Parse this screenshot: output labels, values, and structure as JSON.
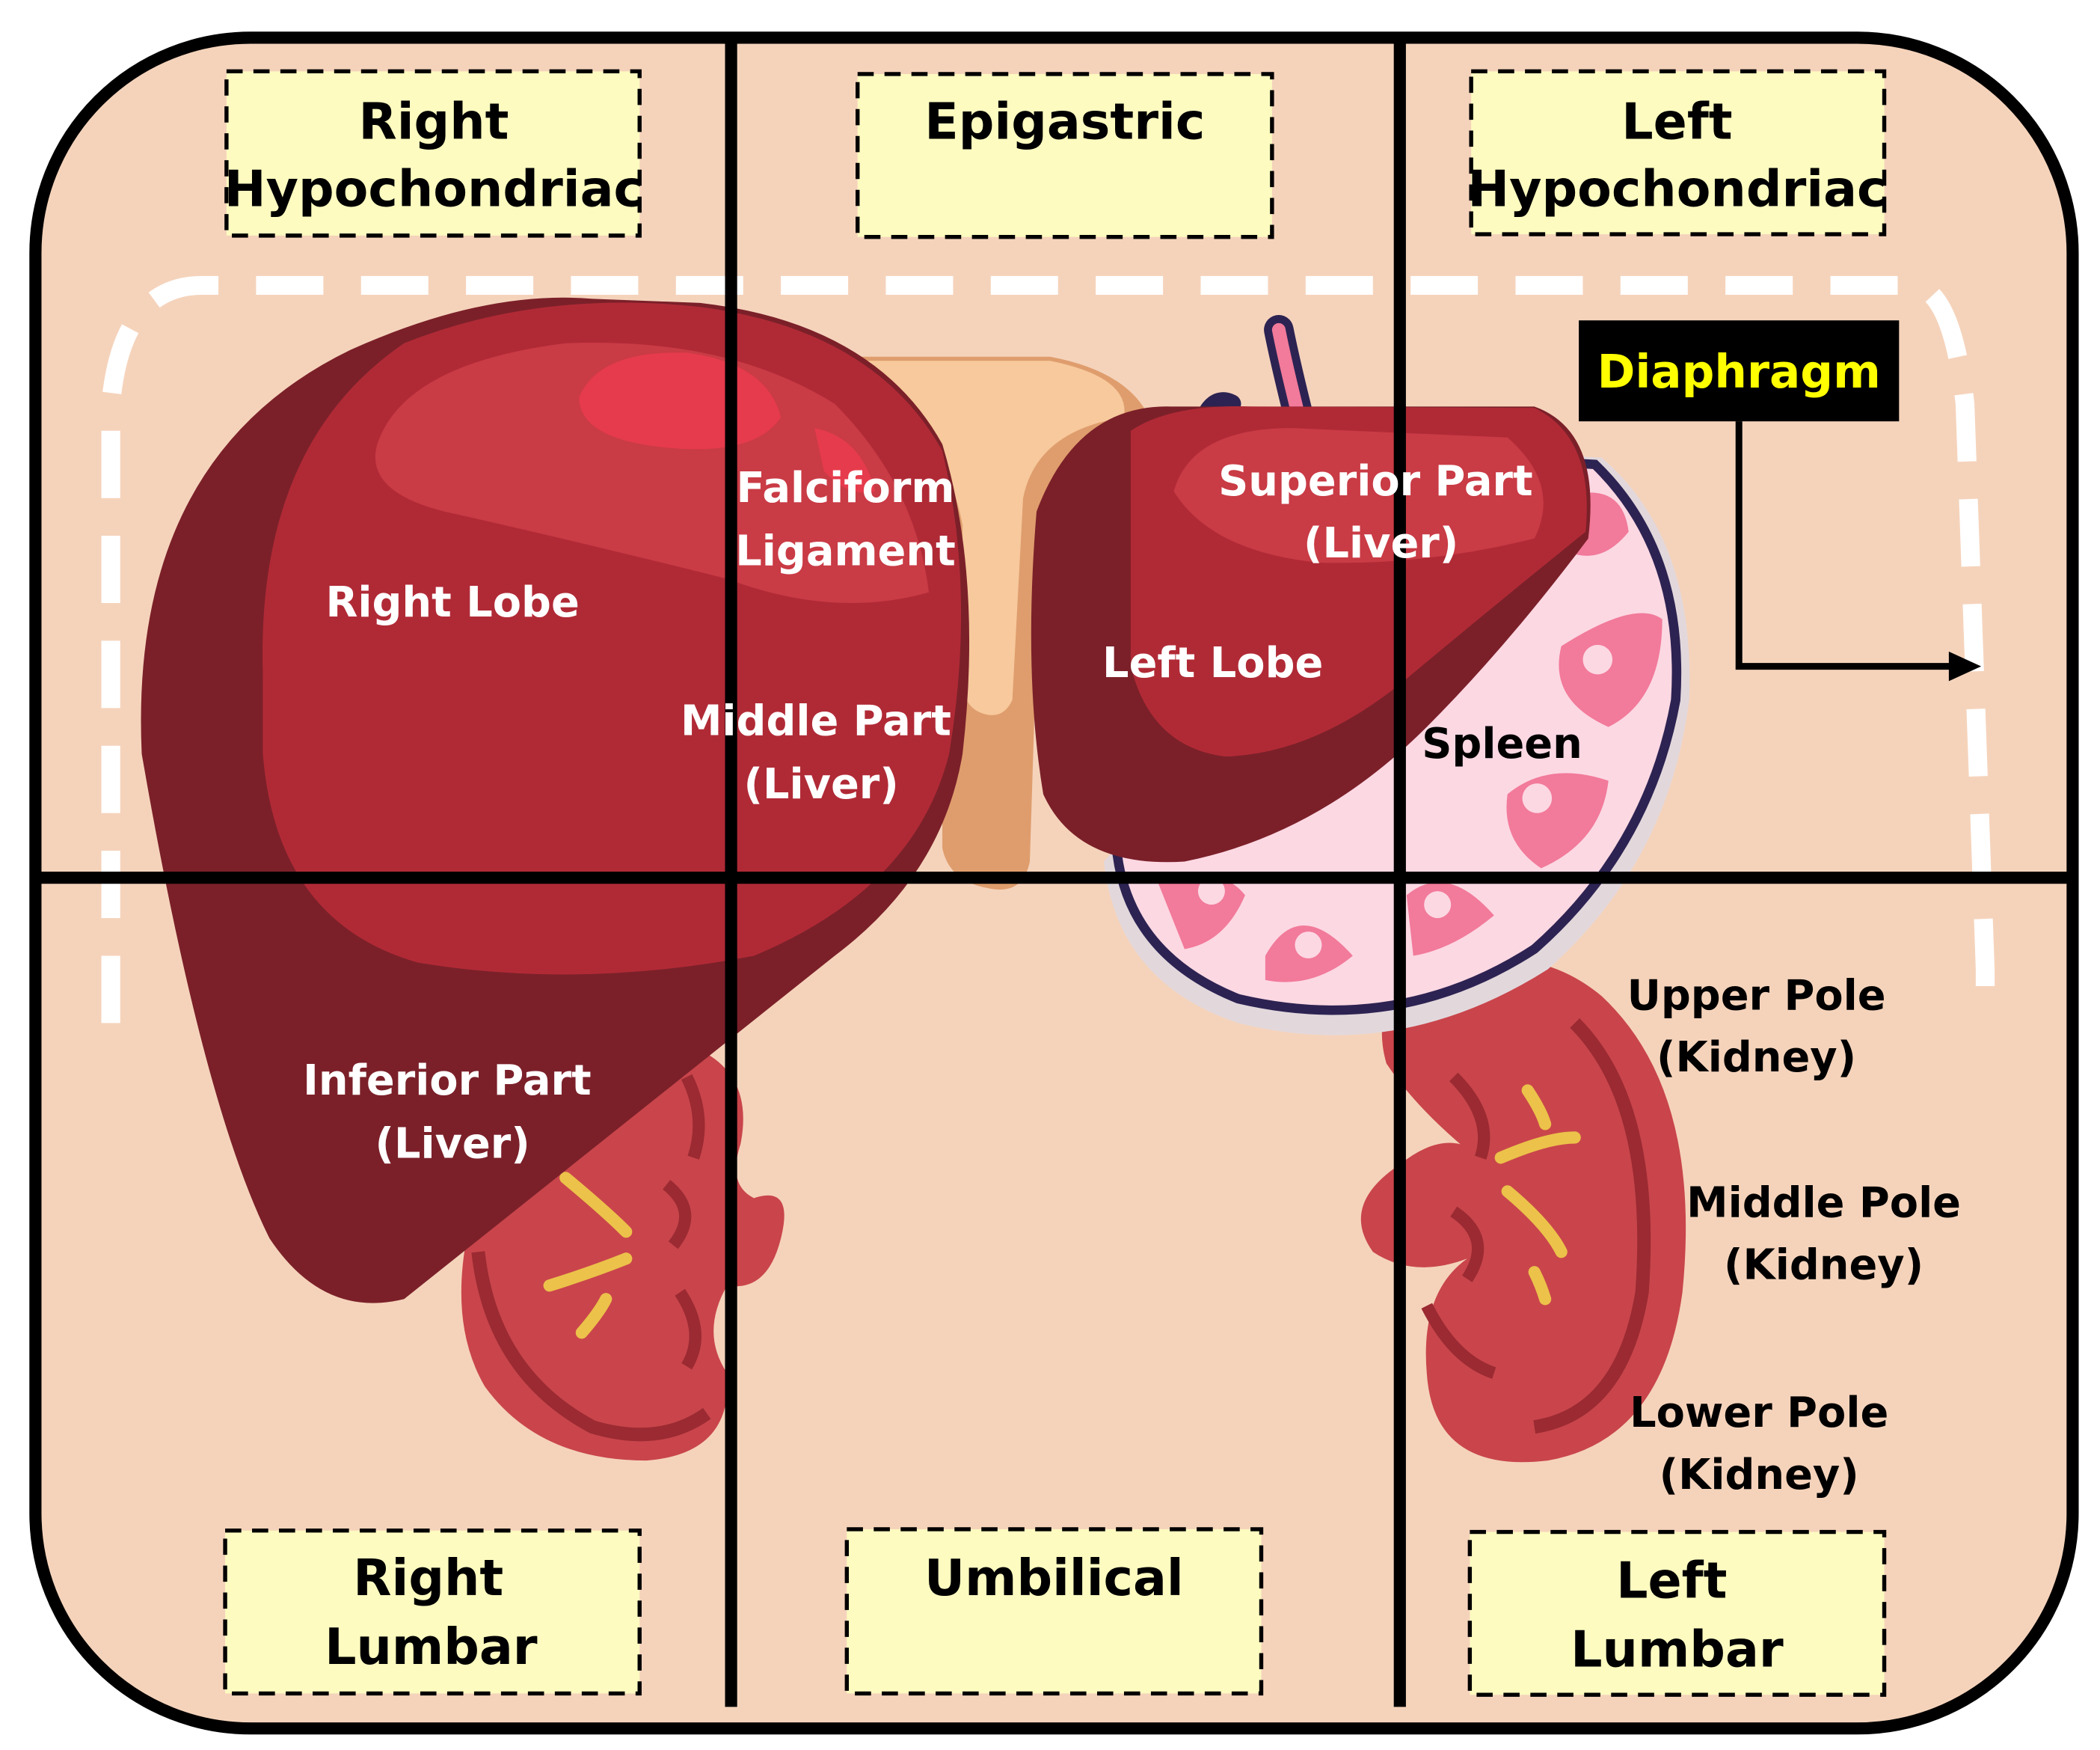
{
  "regions": {
    "right_hypochondriac": [
      "Right",
      "Hypochondriac"
    ],
    "epigastric": [
      "Epigastric"
    ],
    "left_hypochondriac": [
      "Left",
      "Hypochondriac"
    ],
    "right_lumbar": [
      "Right",
      "Lumbar"
    ],
    "umbilical": [
      "Umbilical"
    ],
    "left_lumbar": [
      "Left",
      "Lumbar"
    ]
  },
  "labels": {
    "diaphragm": "Diaphragm",
    "right_lobe": "Right Lobe",
    "falciform": [
      "Falciform",
      "Ligament"
    ],
    "middle_part": [
      "Middle Part",
      "(Liver)"
    ],
    "superior_part": [
      "Superior Part",
      "(Liver)"
    ],
    "left_lobe": "Left Lobe",
    "spleen": "Spleen",
    "inferior_part": [
      "Inferior Part",
      "(Liver)"
    ],
    "upper_pole": [
      "Upper Pole",
      "(Kidney)"
    ],
    "middle_pole": [
      "Middle Pole",
      "(Kidney)"
    ],
    "lower_pole": [
      "Lower Pole",
      "(Kidney)"
    ]
  },
  "colors": {
    "background": "#f5d3bb",
    "liver_dark": "#7b2029",
    "liver_main": "#b02a36",
    "liver_light": "#c93b45",
    "liver_highlight": "#e63b4c",
    "ligament_light": "#f7c99c",
    "ligament_dark": "#df9d6d",
    "spleen_fill": "#fcd8e3",
    "spleen_spot": "#f27a9a",
    "spleen_outline": "#2d2352",
    "kidney": "#c9454b",
    "kidney_dark": "#9b2a32",
    "kidney_yellow": "#ecc24a",
    "region_box": "#fdfbc0",
    "diaphragm_bg": "#000000",
    "diaphragm_text": "#ffff00"
  }
}
